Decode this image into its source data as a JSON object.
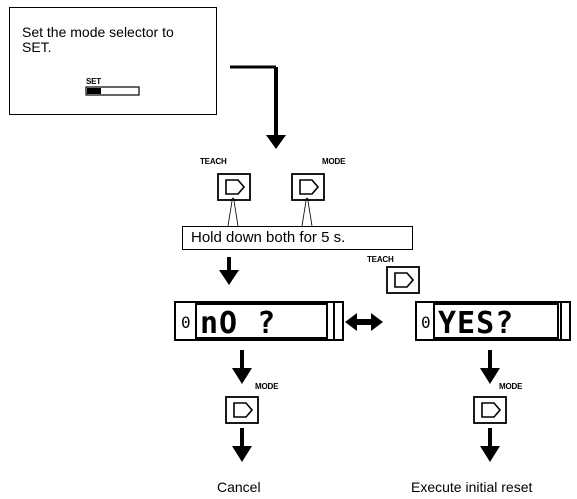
{
  "instruction": {
    "text_line1": "Set the mode selector to",
    "text_line2": "SET.",
    "selector_label": "SET"
  },
  "buttons": {
    "teach_label": "TEACH",
    "mode_label": "MODE"
  },
  "hold_instruction": "Hold down both for 5 s.",
  "displays": {
    "left": {
      "indicator": "0",
      "text": "nO ?"
    },
    "right": {
      "indicator": "0",
      "text": "YES?"
    }
  },
  "outcomes": {
    "left": "Cancel",
    "right": "Execute initial reset"
  }
}
